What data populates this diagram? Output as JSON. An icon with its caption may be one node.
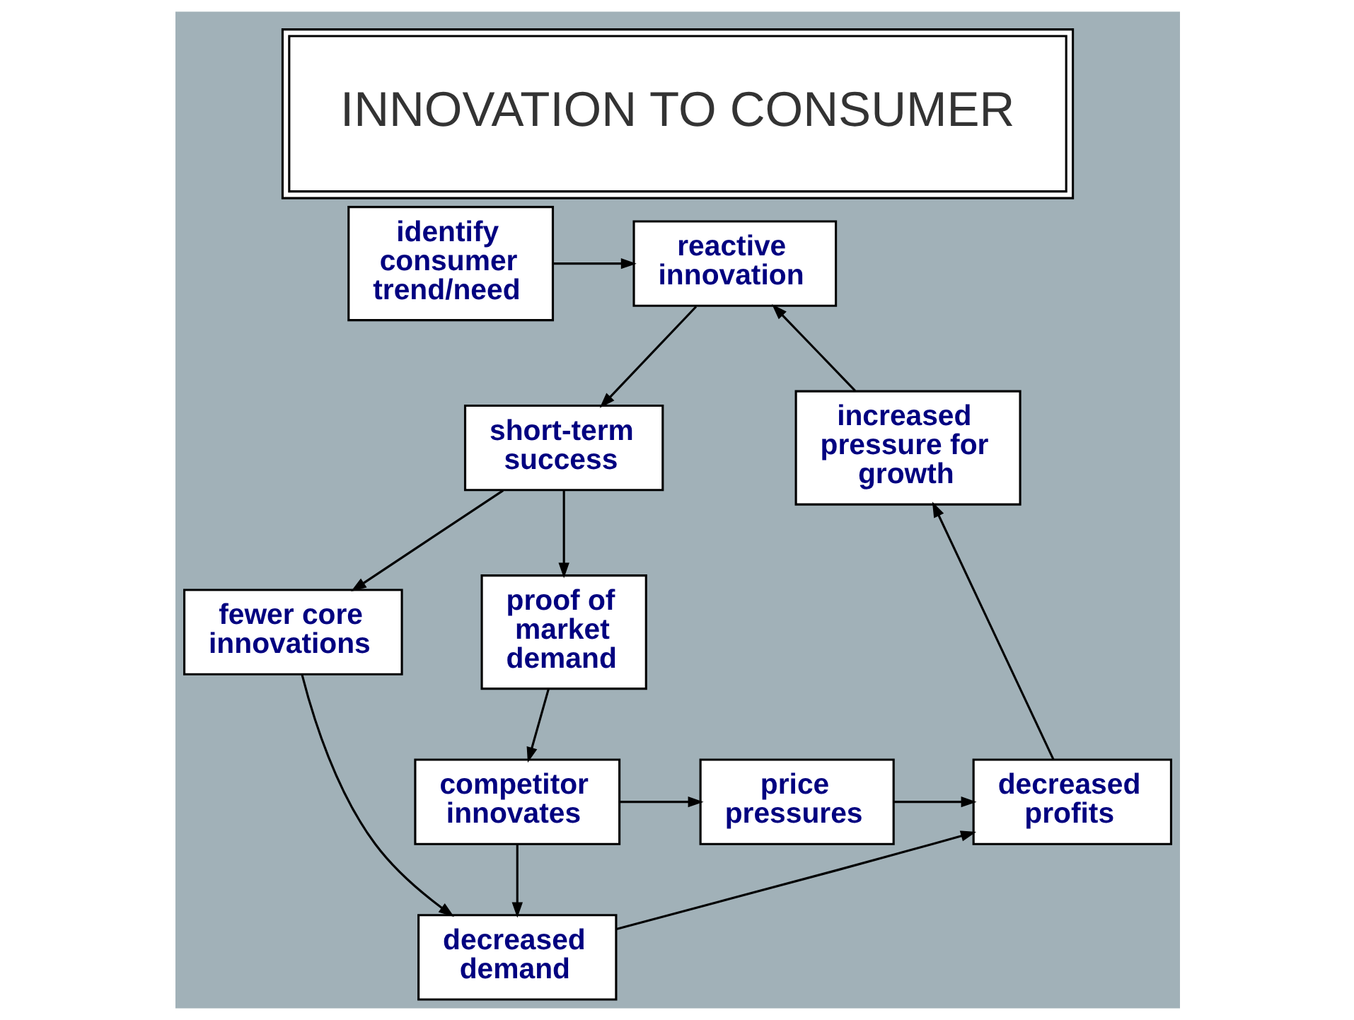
{
  "diagram": {
    "title": "INNOVATION TO CONSUMER",
    "nodes": [
      {
        "text": [
          "identify consumer trend/need"
        ]
      },
      {
        "text": [
          "reactive innovation"
        ]
      },
      {
        "text": [
          "short-term success"
        ]
      },
      {
        "text": [
          "proof of market demand"
        ]
      },
      {
        "text": [
          "fewer core innovations"
        ]
      },
      {
        "text": [
          "competitor innovates"
        ]
      },
      {
        "text": [
          "price pressures"
        ]
      },
      {
        "text": [
          "decreased profits"
        ]
      },
      {
        "text": [
          "increased pressure for growth"
        ]
      },
      {
        "text": [
          "decreased demand"
        ]
      }
    ],
    "edges": [
      {
        "from": 0,
        "to": 1,
        "arrow": "to"
      },
      {
        "from": 1,
        "to": 2,
        "arrow": "to"
      },
      {
        "from": 2,
        "to": 3,
        "arrow": "to"
      },
      {
        "from": 2,
        "to": 4,
        "arrow": "to"
      },
      {
        "from": 3,
        "to": 5,
        "arrow": "to"
      },
      {
        "from": 5,
        "to": 6,
        "arrow": "to"
      },
      {
        "from": 5,
        "to": 9,
        "arrow": "to"
      },
      {
        "from": 4,
        "to": 9,
        "arrow": "to"
      },
      {
        "from": 6,
        "to": 7,
        "arrow": "to"
      },
      {
        "from": 9,
        "to": 7,
        "arrow": "to"
      },
      {
        "from": 7,
        "to": 8,
        "arrow": "to"
      },
      {
        "from": 8,
        "to": 1,
        "arrow": "to"
      }
    ]
  }
}
